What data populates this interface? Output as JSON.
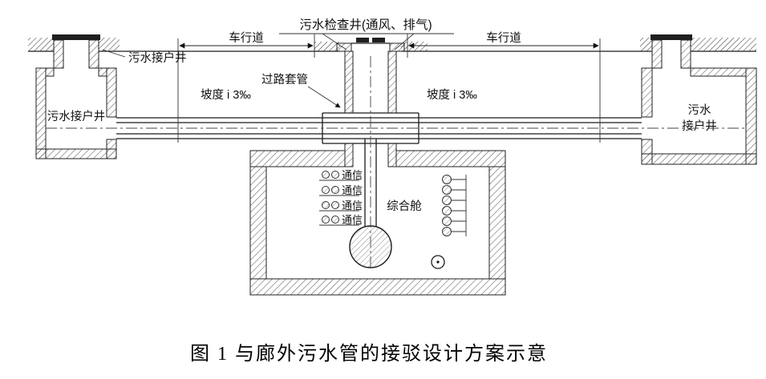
{
  "figure": {
    "caption": "图 1  与廊外污水管的接驳设计方案示意"
  },
  "diagram": {
    "inspection_well_label": "污水检查井(通风、排气)",
    "lane_left_label": "车行道",
    "lane_right_label": "车行道",
    "house_well_callout": "污水接户井",
    "left_well_label": "污水接户井",
    "right_well_label_line1": "污水",
    "right_well_label_line2": "接户井",
    "casing_label": "过路套管",
    "slope_left_label": "坡度 i 3‰",
    "slope_right_label": "坡度 i 3‰",
    "comm_labels": [
      "通信",
      "通信",
      "通信",
      "通信"
    ],
    "cabin_label": "综合舱"
  },
  "colors": {
    "line": "#1a1a1a",
    "hatch": "#5a5a5a",
    "background": "#ffffff"
  }
}
